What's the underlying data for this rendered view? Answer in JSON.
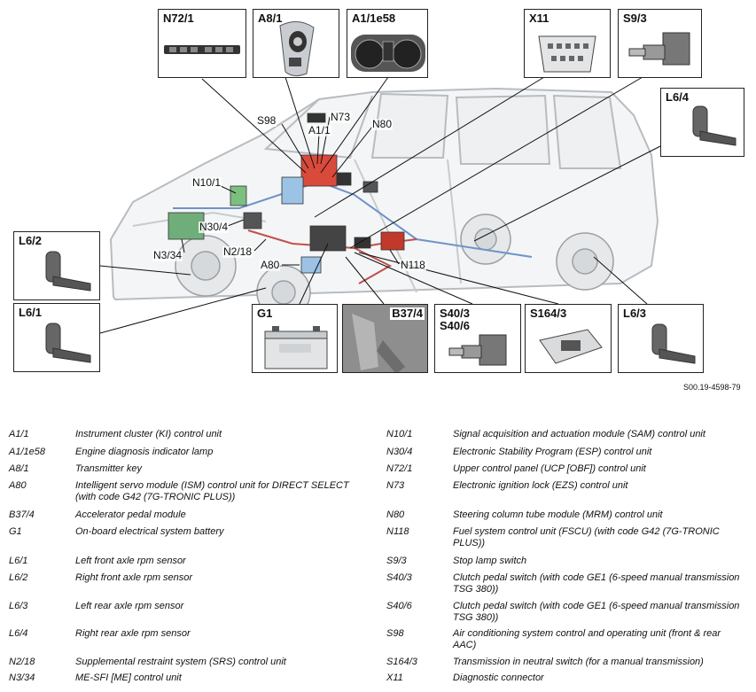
{
  "boxes": {
    "n72_1": "N72/1",
    "a8_1": "A8/1",
    "a1e58": "A1/1e58",
    "x11": "X11",
    "s9_3": "S9/3",
    "l6_4": "L6/4",
    "l6_2": "L6/2",
    "l6_1": "L6/1",
    "g1": "G1",
    "b37_4": "B37/4",
    "s40": "S40/3\nS40/6",
    "s164_3": "S164/3",
    "l6_3": "L6/3"
  },
  "car_labels": {
    "s98": "S98",
    "n73": "N73",
    "a1_1": "A1/1",
    "n80": "N80",
    "n10_1": "N10/1",
    "n30_4": "N30/4",
    "n3_34": "N3/34",
    "n2_18": "N2/18",
    "a80": "A80",
    "n118": "N118"
  },
  "image_ref": "S00.19-4598-79",
  "legend_left": [
    {
      "code": "A1/1",
      "desc": "Instrument cluster (KI) control unit"
    },
    {
      "code": "A1/1e58",
      "desc": "Engine diagnosis indicator lamp"
    },
    {
      "code": "A8/1",
      "desc": "Transmitter key"
    },
    {
      "code": "A80",
      "desc": "Intelligent servo module (ISM) control unit for DIRECT SELECT (with code G42 (7G-TRONIC PLUS))"
    },
    {
      "code": "B37/4",
      "desc": "Accelerator pedal module"
    },
    {
      "code": "G1",
      "desc": "On-board electrical system battery"
    },
    {
      "code": "L6/1",
      "desc": "Left front axle rpm sensor"
    },
    {
      "code": "L6/2",
      "desc": "Right front axle rpm sensor"
    },
    {
      "code": "L6/3",
      "desc": "Left rear axle rpm sensor"
    },
    {
      "code": "L6/4",
      "desc": "Right rear axle rpm sensor"
    },
    {
      "code": "N2/18",
      "desc": "Supplemental restraint system (SRS) control unit"
    },
    {
      "code": "N3/34",
      "desc": "ME-SFI [ME] control unit"
    }
  ],
  "legend_right": [
    {
      "code": "N10/1",
      "desc": "Signal acquisition and actuation module (SAM) control unit"
    },
    {
      "code": "N30/4",
      "desc": "Electronic Stability Program (ESP) control unit"
    },
    {
      "code": "N72/1",
      "desc": "Upper control panel (UCP [OBF]) control unit"
    },
    {
      "code": "N73",
      "desc": "Electronic ignition lock (EZS) control unit"
    },
    {
      "code": "N80",
      "desc": "Steering column tube module (MRM) control unit"
    },
    {
      "code": "N118",
      "desc": "Fuel system control unit (FSCU) (with code G42 (7G-TRONIC PLUS))"
    },
    {
      "code": "S9/3",
      "desc": "Stop lamp switch"
    },
    {
      "code": "S40/3",
      "desc": "Clutch pedal switch (with code GE1 (6-speed manual transmission TSG 380))"
    },
    {
      "code": "S40/6",
      "desc": "Clutch pedal switch (with code GE1 (6-speed manual transmission TSG 380))"
    },
    {
      "code": "S98",
      "desc": "Air conditioning system control and operating unit (front & rear AAC)"
    },
    {
      "code": "S164/3",
      "desc": "Transmission in neutral switch (for a manual transmission)"
    },
    {
      "code": "X11",
      "desc": "Diagnostic connector"
    }
  ]
}
